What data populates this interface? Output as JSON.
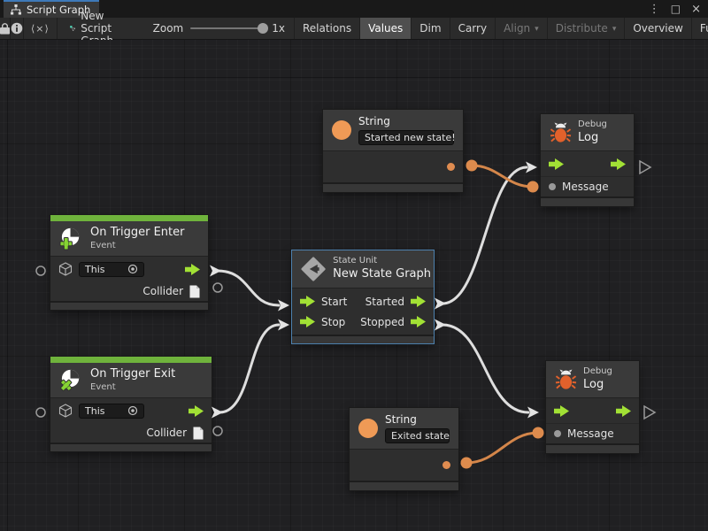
{
  "icons": {
    "menu": "⋮",
    "maximize": "□",
    "close": "×",
    "code": "⟨×⟩",
    "dropdown": "▾"
  },
  "tabbar": {
    "tab_label": "Script Graph"
  },
  "toolbar": {
    "graph_name": "New Script Graph",
    "zoom_label": "Zoom",
    "zoom_value": "1x",
    "buttons": [
      {
        "label": "Relations"
      },
      {
        "label": "Values"
      },
      {
        "label": "Dim"
      },
      {
        "label": "Carry"
      },
      {
        "label": "Align"
      },
      {
        "label": "Distribute"
      },
      {
        "label": "Overview"
      },
      {
        "label": "Full Scr"
      }
    ]
  },
  "nodes": {
    "on_trigger_enter": {
      "title": "On Trigger Enter",
      "subtitle": "Event",
      "source_value": "This",
      "output_label": "Collider"
    },
    "on_trigger_exit": {
      "title": "On Trigger Exit",
      "subtitle": "Event",
      "source_value": "This",
      "output_label": "Collider"
    },
    "state_unit": {
      "type_label": "State Unit",
      "title": "New State Graph",
      "inputs": [
        "Start",
        "Stop"
      ],
      "outputs": [
        "Started",
        "Stopped"
      ]
    },
    "string_top": {
      "title": "String",
      "value": "Started new state!"
    },
    "string_bottom": {
      "title": "String",
      "value": "Exited state"
    },
    "debug_top": {
      "type_label": "Debug",
      "title": "Log",
      "input_label": "Message"
    },
    "debug_bottom": {
      "type_label": "Debug",
      "title": "Log",
      "input_label": "Message"
    }
  },
  "colors": {
    "flow_green": "#a2e135",
    "event_green": "#6fb33c",
    "value_orange": "#e08c50",
    "wire_white": "#dedede",
    "wire_orange": "#d4864a",
    "selection_blue": "#4d81ae"
  }
}
